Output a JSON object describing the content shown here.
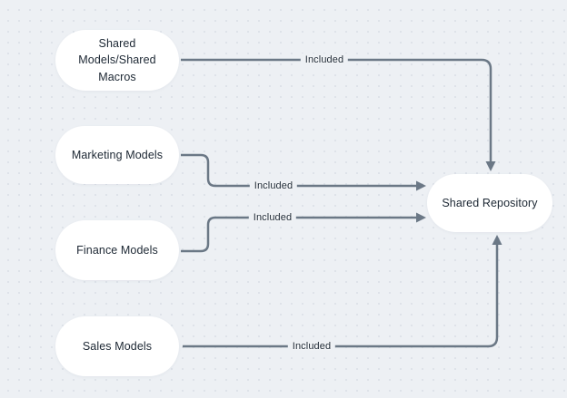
{
  "diagram": {
    "type": "flowchart",
    "colors": {
      "background": "#edf0f4",
      "grid_dot": "#dbe0e7",
      "node_fill": "#ffffff",
      "edge": "#6b7886",
      "text": "#1c2733"
    },
    "nodes": [
      {
        "id": "shared-models-shared-macros",
        "label": "Shared Models/Shared Macros"
      },
      {
        "id": "marketing-models",
        "label": "Marketing Models"
      },
      {
        "id": "finance-models",
        "label": "Finance Models"
      },
      {
        "id": "sales-models",
        "label": "Sales Models"
      },
      {
        "id": "shared-repository",
        "label": "Shared Repository"
      }
    ],
    "edges": [
      {
        "from": "Shared Models/Shared Macros",
        "to": "Shared Repository",
        "label": "Included"
      },
      {
        "from": "Marketing Models",
        "to": "Shared Repository",
        "label": "Included"
      },
      {
        "from": "Finance Models",
        "to": "Shared Repository",
        "label": "Included"
      },
      {
        "from": "Sales Models",
        "to": "Shared Repository",
        "label": "Included"
      }
    ]
  }
}
